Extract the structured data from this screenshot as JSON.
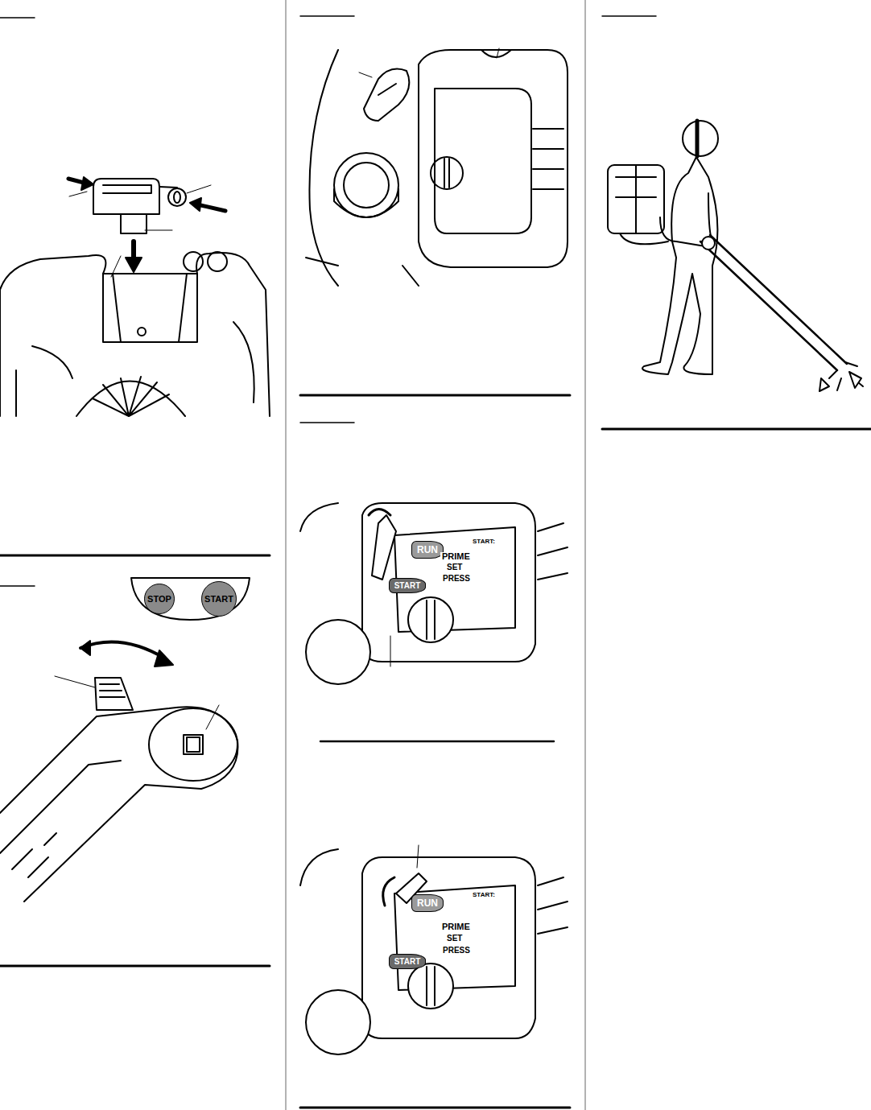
{
  "diagram": {
    "nodes": [
      {
        "text": [
          "STOP"
        ]
      },
      {
        "text": [
          "START"
        ]
      },
      {
        "text": [
          "RUN"
        ]
      },
      {
        "text": [
          "START"
        ]
      },
      {
        "text": [
          "RUN"
        ]
      },
      {
        "text": [
          "START"
        ]
      }
    ],
    "labels": [
      "START:",
      "PRIME",
      "SET",
      "PRESS",
      "START:",
      "PRIME",
      "SET",
      "PRESS"
    ]
  }
}
